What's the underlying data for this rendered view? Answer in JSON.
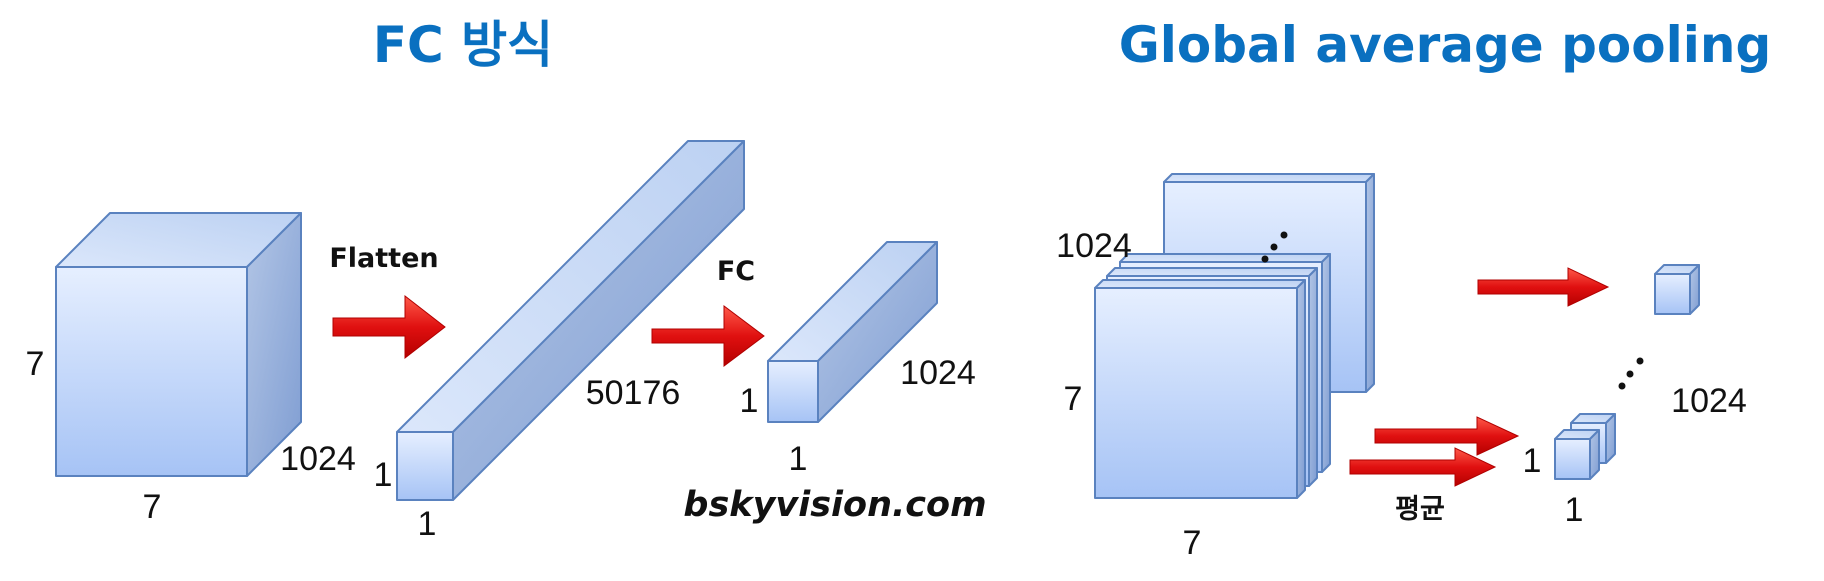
{
  "titles": {
    "fc": "FC 방식",
    "gap": "Global average pooling"
  },
  "fc_section": {
    "input_cube": {
      "height": "7",
      "width": "7",
      "depth": "1024"
    },
    "flatten_label": "Flatten",
    "flat_bar": {
      "length": "50176",
      "height": "1",
      "width": "1"
    },
    "fc_label": "FC",
    "output_bar": {
      "depth": "1024",
      "height": "1",
      "width": "1"
    }
  },
  "gap_section": {
    "feature_maps": {
      "count": "1024",
      "height": "7",
      "width": "7"
    },
    "average_label": "평균",
    "output": {
      "count": "1024",
      "height": "1",
      "width": "1"
    }
  },
  "watermark": "bskyvision.com",
  "colors": {
    "title": "#0a70c0",
    "arrow": "#e01010",
    "box_front_top": "#e6efff",
    "box_front_bottom": "#a6c3f5",
    "box_side": "#7f9dd2",
    "box_edge": "#5a82bf"
  }
}
